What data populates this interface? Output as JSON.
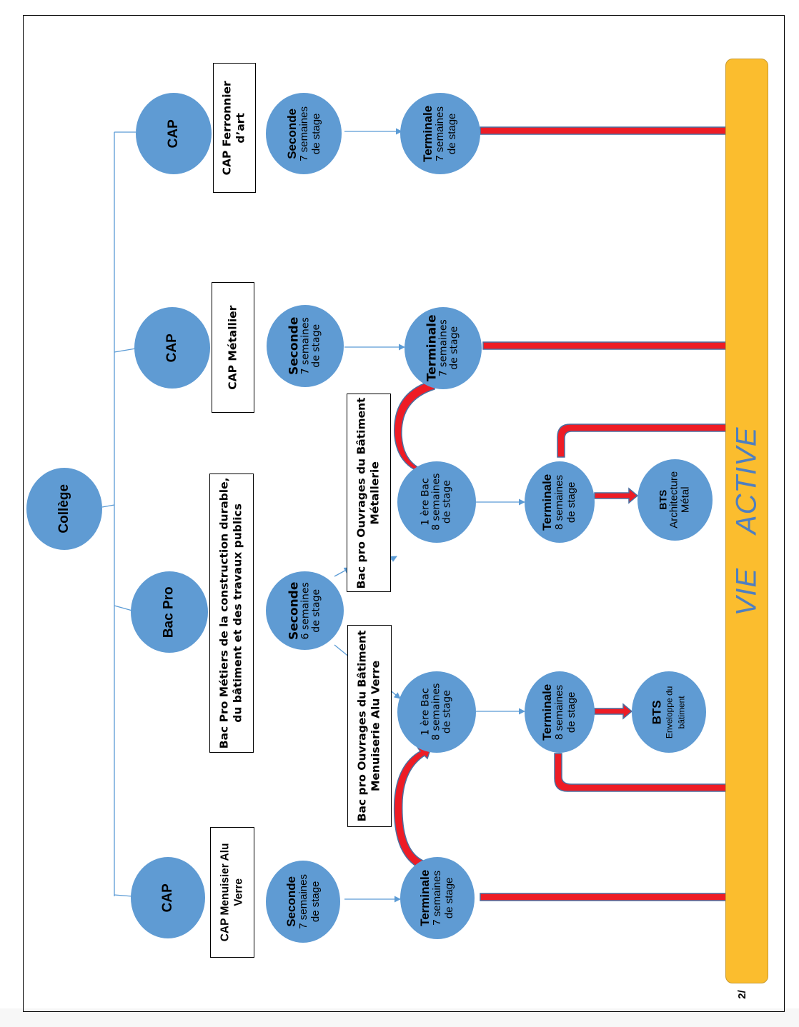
{
  "root": {
    "label": "Collège"
  },
  "branches": [
    {
      "id": "cap-ferronnier",
      "type_label": "CAP",
      "program_label": "CAP Ferronnier\nd’art",
      "steps": [
        {
          "title": "Seconde",
          "detail": "7 semaines\nde stage"
        },
        {
          "title": "Terminale",
          "detail": "7 semaines\nde stage"
        }
      ]
    },
    {
      "id": "cap-metallier",
      "type_label": "CAP",
      "program_label": "CAP Métallier",
      "steps": [
        {
          "title": "Seconde",
          "detail": "7 semaines\nde stage"
        },
        {
          "title": "Terminale",
          "detail": "7 semaines\nde stage"
        }
      ]
    },
    {
      "id": "bac-pro",
      "type_label": "Bac Pro",
      "program_label": "Bac Pro Métiers de la construction durable,\ndu bâtiment et des travaux publics",
      "seconde": {
        "title": "Seconde",
        "detail": "6 semaines\nde stage"
      },
      "tracks": [
        {
          "id": "metallerie",
          "label": "Bac pro Ouvrages du Bâtiment\nMétallerie",
          "premiere": {
            "title": "1 ère Bac",
            "detail": "8 semaines\nde stage"
          },
          "terminale": {
            "title": "Terminale",
            "detail": "8 semaines\nde stage"
          },
          "bts": {
            "title": "BTS",
            "detail": "Architecture\nMétal"
          }
        },
        {
          "id": "alu-verre",
          "label": "Bac pro Ouvrages du Bâtiment\nMenuiserie Alu Verre",
          "premiere": {
            "title": "1 ère Bac",
            "detail": "8 semaines\nde stage"
          },
          "terminale": {
            "title": "Terminale",
            "detail": "8 semaines\nde stage"
          },
          "bts": {
            "title": "BTS",
            "detail": "Enveloppe du\nbâtiment"
          }
        }
      ]
    },
    {
      "id": "cap-menuisier",
      "type_label": "CAP",
      "program_label": "CAP Menuisier Alu\nVerre",
      "steps": [
        {
          "title": "Seconde",
          "detail": "7 semaines\nde stage"
        },
        {
          "title": "Terminale",
          "detail": "7 semaines\nde stage"
        }
      ]
    }
  ],
  "destination": {
    "label": "VIE    ACTIVE"
  },
  "page_number": "2/",
  "colors": {
    "node": "#5f9bd3",
    "connector": "#5b9bd5",
    "arrow": "#ee1c25",
    "arrow_outline": "#4a6fa0",
    "destination": "#fbbd2e",
    "destination_text": "#4f7fc0"
  }
}
